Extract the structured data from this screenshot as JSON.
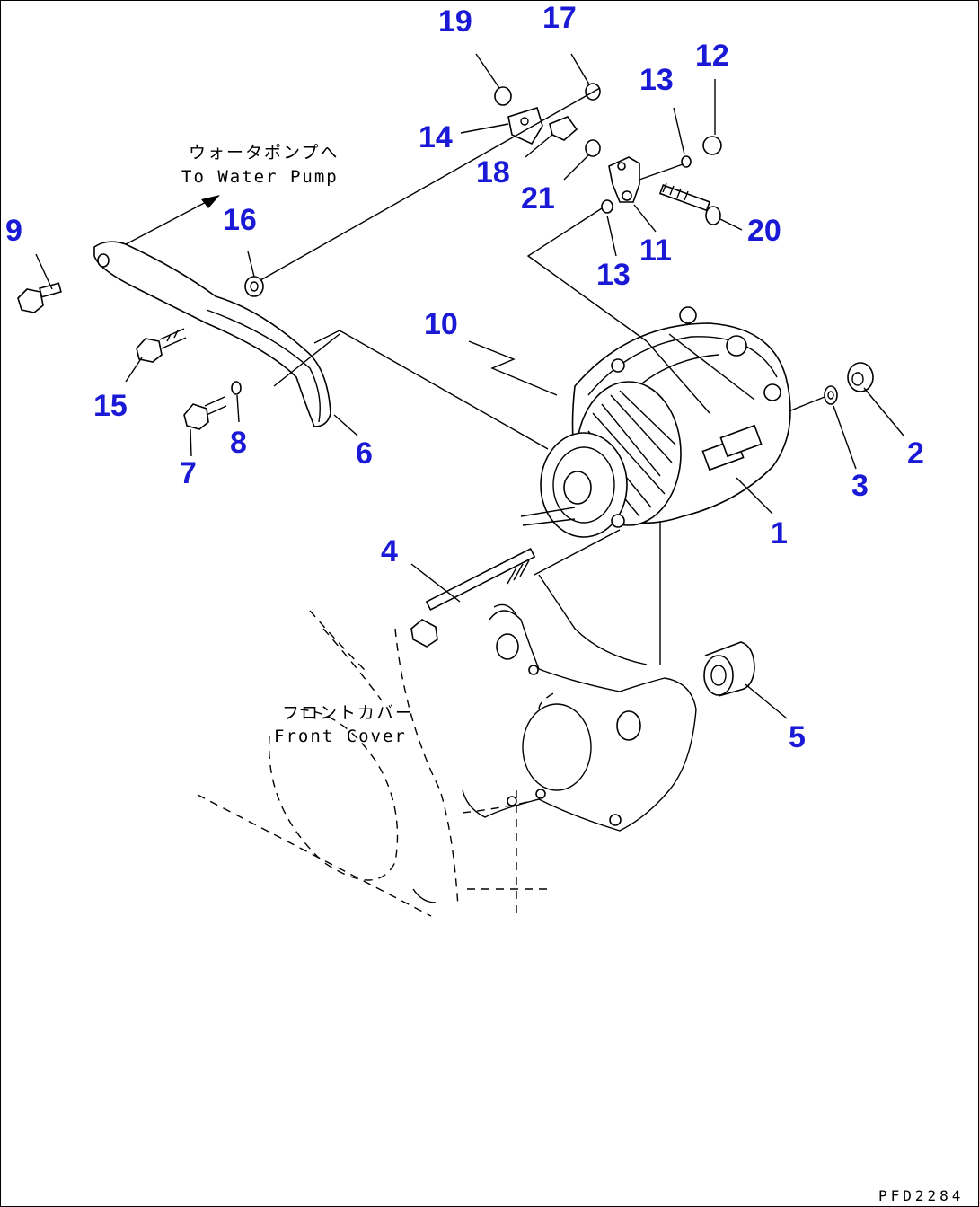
{
  "callouts": {
    "c1": "1",
    "c2": "2",
    "c3": "3",
    "c4": "4",
    "c5": "5",
    "c6": "6",
    "c7": "7",
    "c8": "8",
    "c9": "9",
    "c10": "10",
    "c11": "11",
    "c12": "12",
    "c13a": "13",
    "c13b": "13",
    "c14": "14",
    "c15": "15",
    "c16": "16",
    "c17": "17",
    "c18": "18",
    "c19": "19",
    "c20": "20",
    "c21": "21"
  },
  "labels": {
    "water_pump_jp": "ウォータポンプへ",
    "water_pump_en": "To Water Pump",
    "front_cover_jp": "フロントカバー",
    "front_cover_en": "Front Cover"
  },
  "drawing_code": "PFD2284",
  "colors": {
    "callout": "#1a1ad6",
    "line": "#000000",
    "background": "#ffffff"
  }
}
